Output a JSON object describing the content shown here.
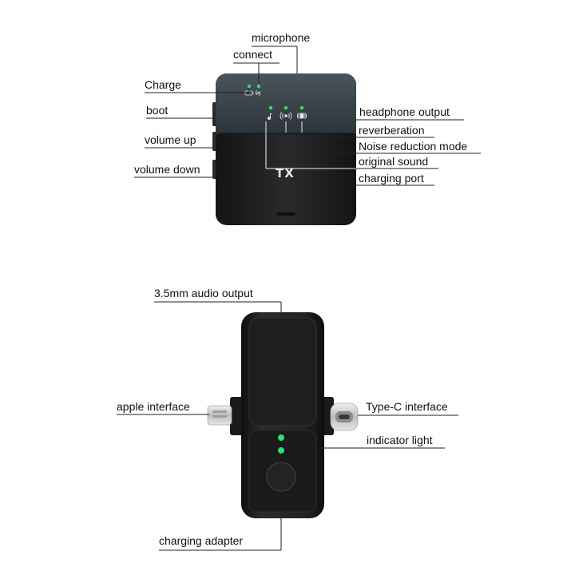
{
  "transmitter": {
    "labels": {
      "microphone": "microphone",
      "connect": "connect",
      "charge": "Charge",
      "boot": "boot",
      "volume_up": "volume up",
      "volume_down": "volume down",
      "headphone_output": "headphone output",
      "reverberation": "reverberation",
      "noise_reduction_mode": "Noise reduction mode",
      "original_sound": "original sound",
      "charging_port": "charging port"
    },
    "device_text": "TX"
  },
  "adapter": {
    "labels": {
      "audio_output": "3.5mm audio output",
      "apple_interface": "apple interface",
      "type_c_interface": "Type-C interface",
      "indicator_light": "indicator light",
      "charging_adapter": "charging adapter"
    }
  },
  "colors": {
    "led": "#2ee06a",
    "device_dark": "#1c1c1e",
    "device_top": "#3f4850",
    "connector_metal": "#d9d9d9"
  }
}
